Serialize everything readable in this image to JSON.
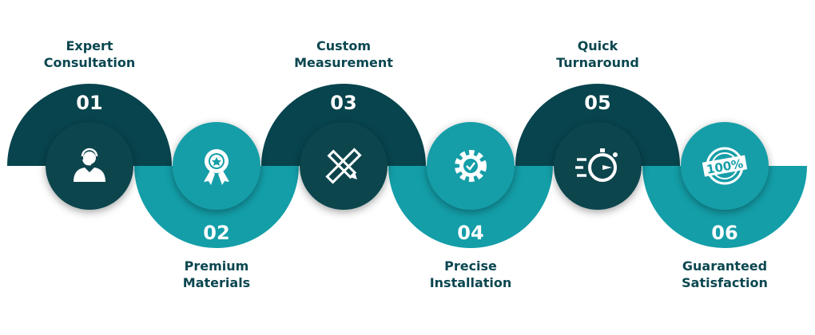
{
  "colors": {
    "dark": "#07444d",
    "teal": "#139ea8",
    "text": "#0b4750"
  },
  "steps": [
    {
      "number": "01",
      "title": "Expert Consultation",
      "line1": "Expert",
      "line2": "Consultation",
      "icon": "consultant-headset-icon",
      "tone": "dark"
    },
    {
      "number": "02",
      "title": "Premium Materials",
      "line1": "Premium",
      "line2": "Materials",
      "icon": "award-badge-icon",
      "tone": "teal"
    },
    {
      "number": "03",
      "title": "Custom Measurement",
      "line1": "Custom",
      "line2": "Measurement",
      "icon": "ruler-pencil-icon",
      "tone": "dark"
    },
    {
      "number": "04",
      "title": "Precise Installation",
      "line1": "Precise",
      "line2": "Installation",
      "icon": "gear-check-icon",
      "tone": "teal"
    },
    {
      "number": "05",
      "title": "Quick Turnaround",
      "line1": "Quick",
      "line2": "Turnaround",
      "icon": "stopwatch-icon",
      "tone": "dark"
    },
    {
      "number": "06",
      "title": "Guaranteed Satisfaction",
      "line1": "Guaranteed",
      "line2": "Satisfaction",
      "icon": "100-percent-stamp-icon",
      "tone": "teal"
    }
  ]
}
